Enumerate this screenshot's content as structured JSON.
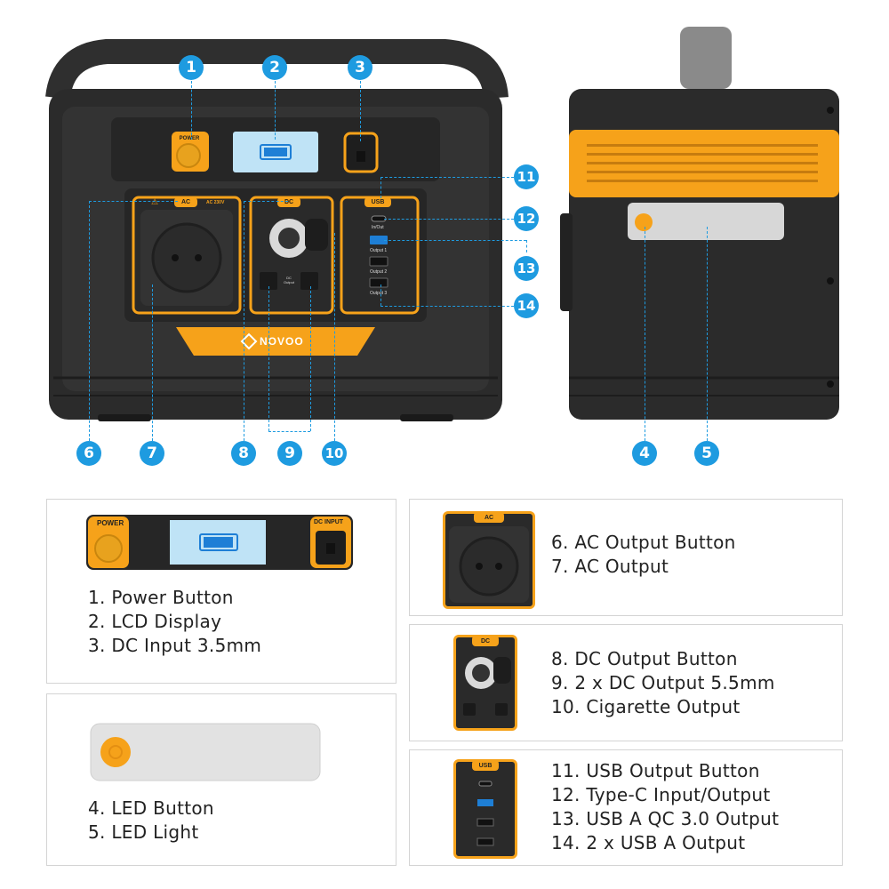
{
  "callouts": [
    "1",
    "2",
    "3",
    "4",
    "5",
    "6",
    "7",
    "8",
    "9",
    "10",
    "11",
    "12",
    "13",
    "14"
  ],
  "device": {
    "power_tag": "POWER",
    "dc_input_tag": "DC INPUT",
    "ac_tag": "AC",
    "ac_voltage": "AC 230V",
    "dc_tag": "DC",
    "dc_output_label": "DC Output",
    "usb_tag": "USB",
    "usb_in_out": "In/Out",
    "output1": "Output 1",
    "output2": "Output 2",
    "output3": "Output 3",
    "brand": "NOVOO"
  },
  "cards": {
    "controls": [
      "1. Power Button",
      "2. LCD Display",
      "3. DC Input 3.5mm"
    ],
    "led": [
      "4. LED Button",
      "5. LED Light"
    ],
    "ac": [
      "6. AC Output Button",
      "7. AC Output"
    ],
    "dc": [
      "8. DC Output Button",
      "9. 2 x DC Output 5.5mm",
      "10. Cigarette Output"
    ],
    "usb": [
      "11. USB Output Button",
      "12. Type-C Input/Output",
      "13. USB A QC 3.0 Output",
      "14. 2 x USB A Output"
    ]
  },
  "colors": {
    "accent": "#f6a21a",
    "callout": "#1e9be0",
    "body": "#2b2b2b",
    "lcd": "#bfe3f6",
    "battery": "#1e7fd6"
  }
}
